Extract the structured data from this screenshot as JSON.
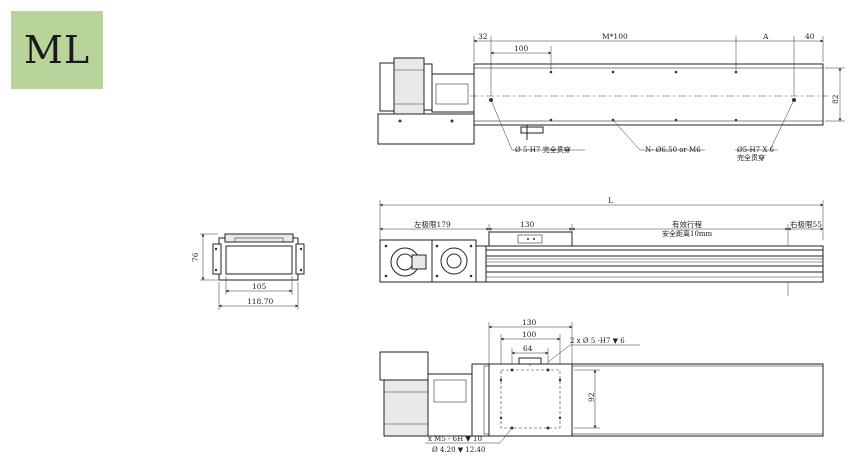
{
  "badge": {
    "label": "ML",
    "color": "#b9d49a"
  },
  "top_view": {
    "dim_32": "32",
    "dim_m100": "M*100",
    "dim_a": "A",
    "dim_40": "40",
    "dim_100": "100",
    "dim_82": "82",
    "note_hole": "Ø 5-H7 完全贯穿",
    "note_n": "N- Ø6.50 or M6",
    "note_pin": "Ø5-H7 X 6",
    "note_pin2": "完全贯穿"
  },
  "side_view": {
    "dim_l": "L",
    "dim_left_limit": "左极限179",
    "dim_130": "130",
    "dim_stroke": "有效行程",
    "dim_safety": "安全距离10mm",
    "dim_right_limit": "右极限55"
  },
  "end_view": {
    "dim_76": "76",
    "dim_105": "105",
    "dim_118": "118.70"
  },
  "bottom_view": {
    "dim_130": "130",
    "dim_100": "100",
    "dim_64": "64",
    "dim_92": "92",
    "note_pin": "2 x Ø 5 -H7 ▼ 6",
    "note_thread": "x  M5 - 6H  ▼ 10",
    "note_drill": "Ø 4.20  ▼ 12.40"
  }
}
